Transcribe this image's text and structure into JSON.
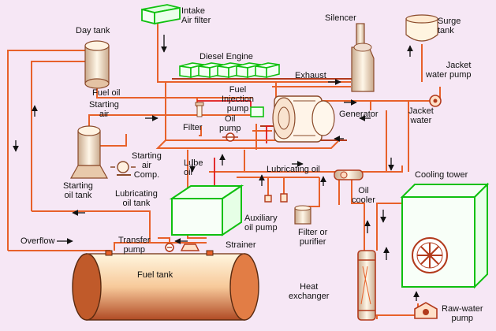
{
  "diagram": {
    "labels": {
      "intake_air_filter": "Intake\nAir filter",
      "silencer": "Silencer",
      "surge_tank": "Surge\ntank",
      "day_tank": "Day tank",
      "diesel_engine": "Diesel Engine",
      "exhaust": "Exhaust",
      "jacket_water_pump": "Jacket\nwater pump",
      "fuel_oil": "Fuel oil",
      "fuel_injection_pump": "Fuel\nInjection\npump",
      "starting_air": "Starting\nair",
      "filter": "Filter",
      "oil_pump": "Oil\npump",
      "generator": "Generator",
      "jacket_water": "Jacket\nwater",
      "starting_air_comp": "Starting\nair\nComp.",
      "lube_oil": "Lube\noil",
      "starting_oil_tank": "Starting\noil tank",
      "lubricating_oil": "Lubricating oil",
      "cooling_tower": "Cooling tower",
      "lubricating_oil_tank": "Lubricating\noil tank",
      "oil_cooler": "Oil\ncooler",
      "auxiliary_oil_pump": "Auxiliary\noil pump",
      "filter_or_purifier": "Filter or\npurifier",
      "overflow": "Overflow",
      "transfer_pump": "Transfer\npump",
      "strainer": "Strainer",
      "fuel_tank": "Fuel tank",
      "heat_exchanger": "Heat\nexchanger",
      "raw_water_pump": "Raw-water\npump"
    },
    "colors": {
      "background": "#f6e7f5",
      "pipe": "#e8612a",
      "pipe_dark": "#b23a1c",
      "accent_green": "#0fc00f",
      "red_line": "#e01818",
      "fill_cream": "#fffde6",
      "text": "#111111"
    }
  }
}
